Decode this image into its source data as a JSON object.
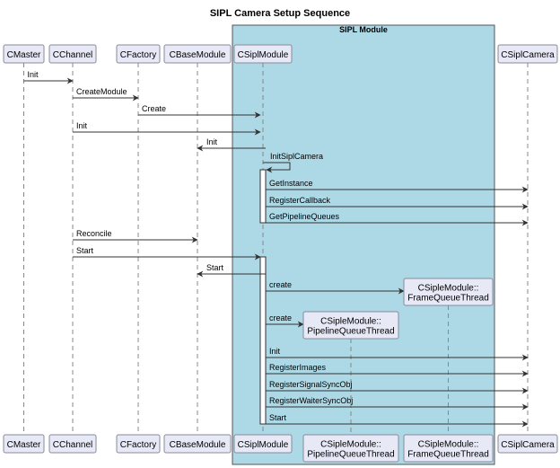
{
  "title": "SIPL Camera Setup Sequence",
  "group": {
    "label": "SIPL Module"
  },
  "participants": [
    {
      "id": "cmaster",
      "label": "CMaster"
    },
    {
      "id": "cchannel",
      "label": "CChannel"
    },
    {
      "id": "cfactory",
      "label": "CFactory"
    },
    {
      "id": "cbasemodule",
      "label": "CBaseModule"
    },
    {
      "id": "csiplmodule",
      "label": "CSiplModule"
    },
    {
      "id": "pipelinequeuethread",
      "label": "CSipleModule::\nPipelineQueueThread",
      "created": true
    },
    {
      "id": "framequeuethread",
      "label": "CSipleModule::\nFrameQueueThread",
      "created": true
    },
    {
      "id": "csiplcamera",
      "label": "CSiplCamera"
    }
  ],
  "messages": [
    {
      "from": "cmaster",
      "to": "cchannel",
      "label": "Init"
    },
    {
      "from": "cchannel",
      "to": "cfactory",
      "label": "CreateModule"
    },
    {
      "from": "cfactory",
      "to": "csiplmodule",
      "label": "Create"
    },
    {
      "from": "cchannel",
      "to": "csiplmodule",
      "label": "Init"
    },
    {
      "from": "csiplmodule",
      "to": "cbasemodule",
      "label": "Init"
    },
    {
      "from": "csiplmodule",
      "to": "csiplmodule",
      "label": "InitSiplCamera"
    },
    {
      "from": "csiplmodule",
      "to": "csiplcamera",
      "label": "GetInstance"
    },
    {
      "from": "csiplmodule",
      "to": "csiplcamera",
      "label": "RegisterCallback"
    },
    {
      "from": "csiplmodule",
      "to": "csiplcamera",
      "label": "GetPipelineQueues"
    },
    {
      "from": "cchannel",
      "to": "cbasemodule",
      "label": "Reconcile"
    },
    {
      "from": "cchannel",
      "to": "csiplmodule",
      "label": "Start"
    },
    {
      "from": "csiplmodule",
      "to": "cbasemodule",
      "label": "Start"
    },
    {
      "from": "csiplmodule",
      "to": "framequeuethread",
      "label": "create",
      "creates": true
    },
    {
      "from": "csiplmodule",
      "to": "pipelinequeuethread",
      "label": "create",
      "creates": true
    },
    {
      "from": "csiplmodule",
      "to": "csiplcamera",
      "label": "Init"
    },
    {
      "from": "csiplmodule",
      "to": "csiplcamera",
      "label": "RegisterImages"
    },
    {
      "from": "csiplmodule",
      "to": "csiplcamera",
      "label": "RegisterSignalSyncObj"
    },
    {
      "from": "csiplmodule",
      "to": "csiplcamera",
      "label": "RegisterWaiterSyncObj"
    },
    {
      "from": "csiplmodule",
      "to": "csiplcamera",
      "label": "Start"
    }
  ],
  "colors": {
    "participant_fill": "#e8e9f6",
    "participant_stroke": "#8a8a9a",
    "group_fill": "#add8e6",
    "group_stroke": "#555555",
    "line": "#333333",
    "activation_fill": "#ffffff"
  }
}
